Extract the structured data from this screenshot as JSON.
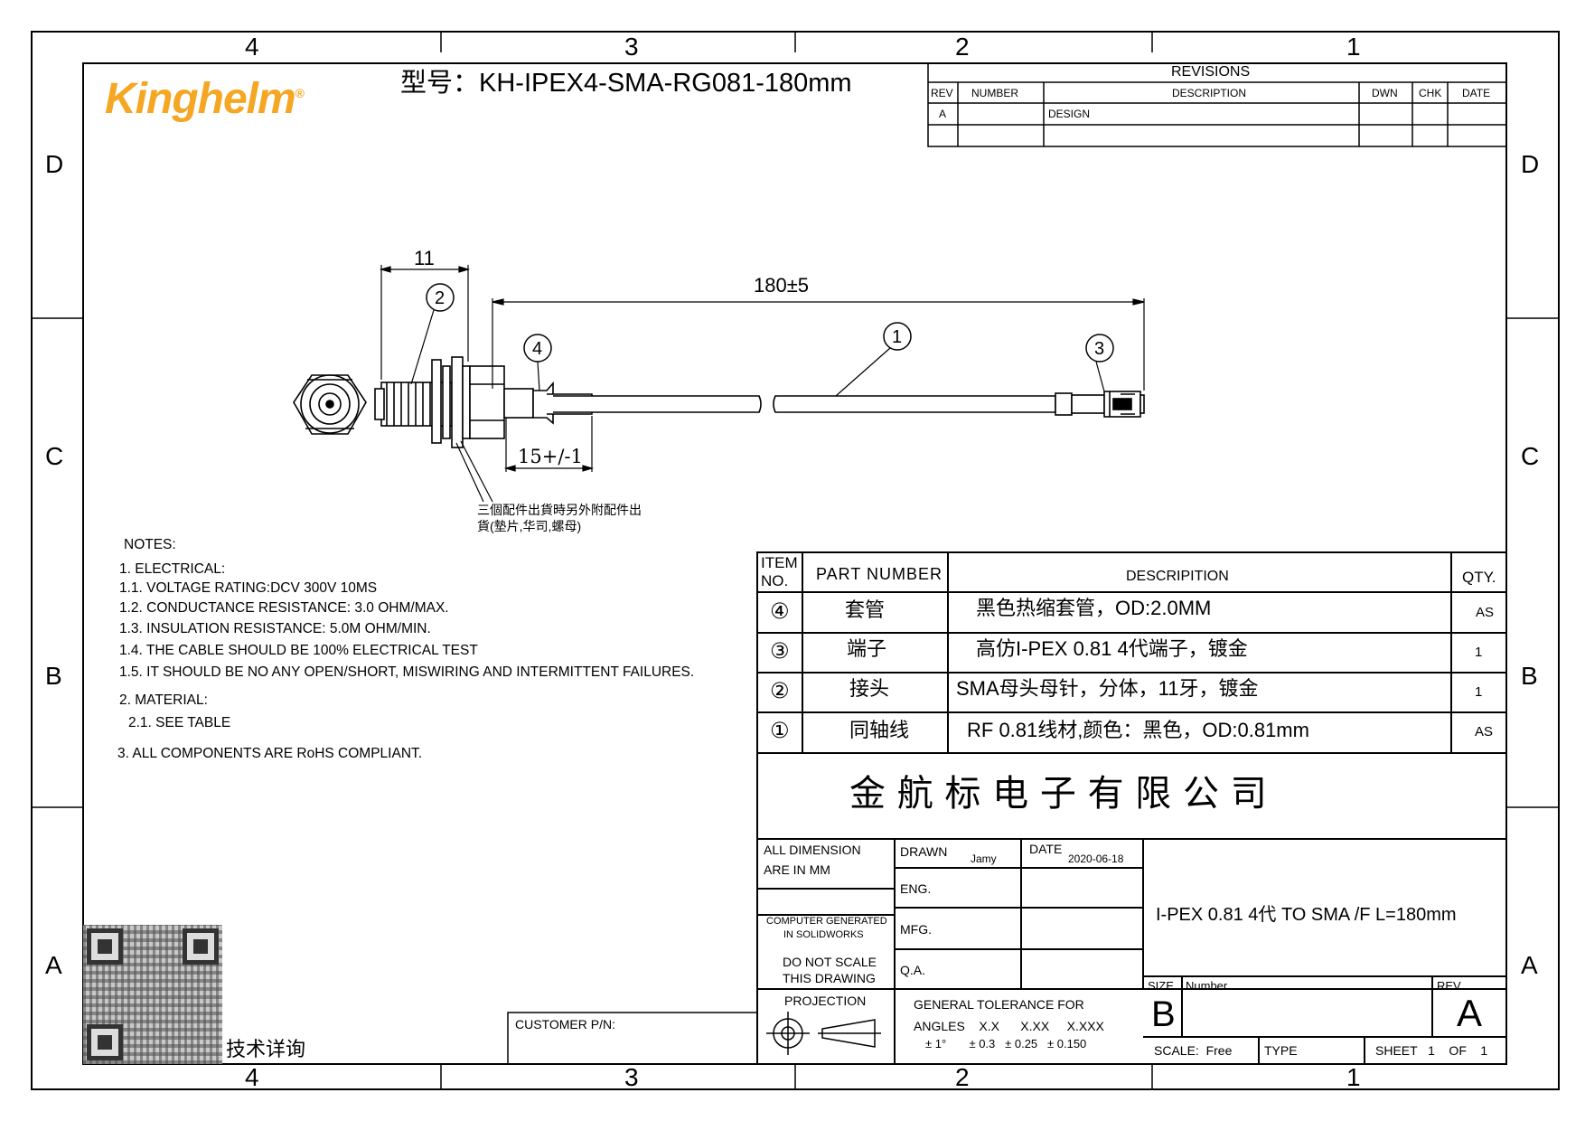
{
  "zones": {
    "cols_top": [
      "4",
      "3",
      "2",
      "1"
    ],
    "cols_bottom": [
      "4",
      "3",
      "2",
      "1"
    ],
    "rows_left": [
      "D",
      "C",
      "B",
      "A"
    ],
    "rows_right": [
      "D",
      "C",
      "B",
      "A"
    ]
  },
  "header": {
    "brand": "Kinghelm",
    "brand_mark": "®",
    "model": "型号：KH-IPEX4-SMA-RG081-180mm"
  },
  "revisions": {
    "title": "REVISIONS",
    "columns": [
      "REV",
      "NUMBER",
      "DESCRIPTION",
      "DWN",
      "CHK",
      "DATE"
    ],
    "rows": [
      [
        "A",
        "",
        "DESIGN",
        "",
        "",
        ""
      ],
      [
        "",
        "",
        "",
        "",
        "",
        ""
      ]
    ]
  },
  "drawing": {
    "dim_length": "180±5",
    "dim_connector": "11",
    "dim_sleeve": "15+/-1",
    "balloons": [
      "1",
      "2",
      "3",
      "4"
    ],
    "accessory_note_line1": "三個配件出貨時另外附配件出",
    "accessory_note_line2": "貨(墊片,华司,螺母)",
    "colors": {
      "cable": "#ffffff",
      "line": "#000000"
    }
  },
  "notes": {
    "title": "NOTES:",
    "lines": [
      "1.  ELECTRICAL:",
      "1.1.  VOLTAGE RATING:DCV 300V 10MS",
      "1.2.  CONDUCTANCE RESISTANCE: 3.0 OHM/MAX.",
      "1.3.  INSULATION RESISTANCE: 5.0M OHM/MIN.",
      "1.4.  THE CABLE SHOULD BE 100% ELECTRICAL TEST",
      "1.5.  IT SHOULD BE NO ANY OPEN/SHORT, MISWIRING AND INTERMITTENT FAILURES.",
      "2.  MATERIAL:",
      "2.1.  SEE TABLE",
      "3.  ALL COMPONENTS ARE RoHS COMPLIANT."
    ]
  },
  "bom": {
    "headers": {
      "item": "ITEM",
      "item2": "NO.",
      "part": "PART NUMBER",
      "desc": "DESCRIPITION",
      "qty": "QTY."
    },
    "rows": [
      {
        "item": "④",
        "part": "套管",
        "desc": "黑色热缩套管，OD:2.0MM",
        "qty": "AS"
      },
      {
        "item": "③",
        "part": "端子",
        "desc": "高仿I-PEX 0.81 4代端子，镀金",
        "qty": "1"
      },
      {
        "item": "②",
        "part": "接头",
        "desc": "SMA母头母针，分体，11牙，镀金",
        "qty": "1"
      },
      {
        "item": "①",
        "part": "同轴线",
        "desc": "RF 0.81线材,颜色：黑色，OD:0.81mm",
        "qty": "AS"
      }
    ]
  },
  "title_block": {
    "company": "金  航  标  电  子  有  限  公  司",
    "all_dim": "ALL DIMENSION",
    "are_in_mm": "ARE IN MM",
    "computer_generated": "COMPUTER GENERATED",
    "in_solidworks": "IN SOLIDWORKS",
    "do_not_scale": "DO NOT SCALE",
    "this_drawing": "THIS DRAWING",
    "projection": "PROJECTION",
    "drawn_label": "DRAWN",
    "drawn_by": "Jamy",
    "date_label": "DATE",
    "date": "2020-06-18",
    "eng": "ENG.",
    "mfg": "MFG.",
    "qa": "Q.A.",
    "tol_title": "GENERAL TOLERANCE FOR",
    "tol_labels": "ANGLES    X.X      X.XX     X.XXX",
    "tol_values": "± 1°       ± 0.3   ± 0.25   ± 0.150",
    "title": "I-PEX 0.81 4代 TO SMA /F  L=180mm",
    "size_label": "SIZE",
    "size": "B",
    "number_label": "Number",
    "rev_label": "REV",
    "rev": "A",
    "scale": "SCALE:  Free",
    "type": "TYPE",
    "sheet": "SHEET   1    OF    1",
    "customer_pn": "CUSTOMER P/N:"
  },
  "qr_caption": "技术详询"
}
